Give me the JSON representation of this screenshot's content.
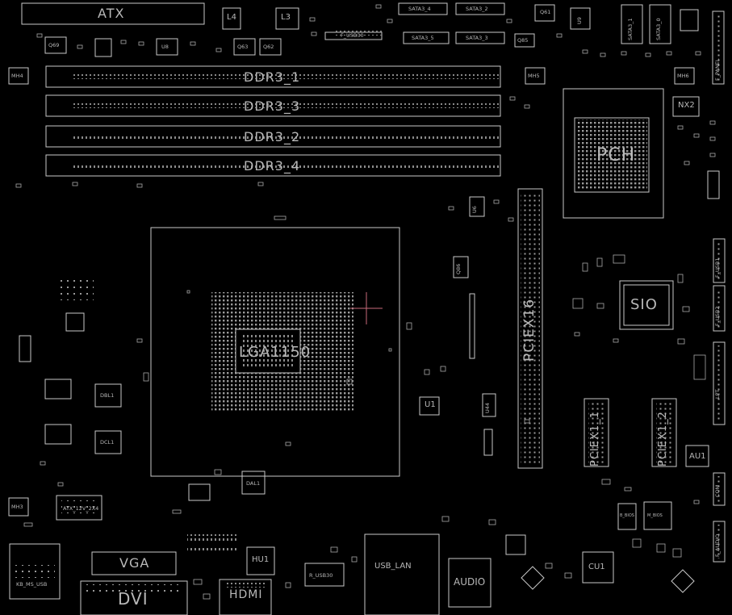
{
  "board": {
    "connectors": {
      "atx": "ATX",
      "l4": "L4",
      "l3": "L3",
      "sata4": "SATA3_4",
      "sata2": "SATA3_2",
      "sata5": "SATA3_5",
      "sata3": "SATA3_3",
      "sata1": "SATA3_1",
      "sata0": "SATA3_0",
      "f_usb30": "F_USB30",
      "f_panel": "F_PANEL",
      "ddr3_1": "DDR3_1",
      "ddr3_3": "DDR3_3",
      "ddr3_2": "DDR3_2",
      "ddr3_4": "DDR3_4",
      "pch": "PCH",
      "nx2": "NX2",
      "socket": "LGA1150",
      "pciex16": "PCIEX16",
      "sio": "SIO",
      "pciex1_1": "PCIEX1_1",
      "pciex1_2": "PCIEX1_2",
      "au1": "AU1",
      "com": "COM",
      "f_audio": "F_AUDIO",
      "lpt": "LPT",
      "f_usb1": "F_USB1",
      "f_usb2": "F_USB2",
      "vga": "VGA",
      "dvi": "DVI",
      "hdmi": "HDMI",
      "hu1": "HU1",
      "r_usb30": "R_USB30",
      "usb_lan": "USB_LAN",
      "audio": "AUDIO",
      "cu1": "CU1",
      "kb_ms_usb": "KB_MS_USB",
      "atx_12v": "ATX_12V_2X4",
      "dbl1": "DBL1",
      "dcl1": "DCL1",
      "dal1": "DAL1",
      "u1": "U1",
      "u8": "U8",
      "u9": "U9",
      "u6": "U6",
      "u44": "U44",
      "b_bios": "B_BIOS",
      "m_bios": "M_BIOS",
      "mh4": "MH4",
      "mh5": "MH5",
      "mh6": "MH6",
      "mh3": "MH3",
      "q61": "Q61",
      "q69": "Q69",
      "q63": "Q63",
      "q62": "Q62",
      "q85": "Q85",
      "q86": "Q86"
    }
  }
}
